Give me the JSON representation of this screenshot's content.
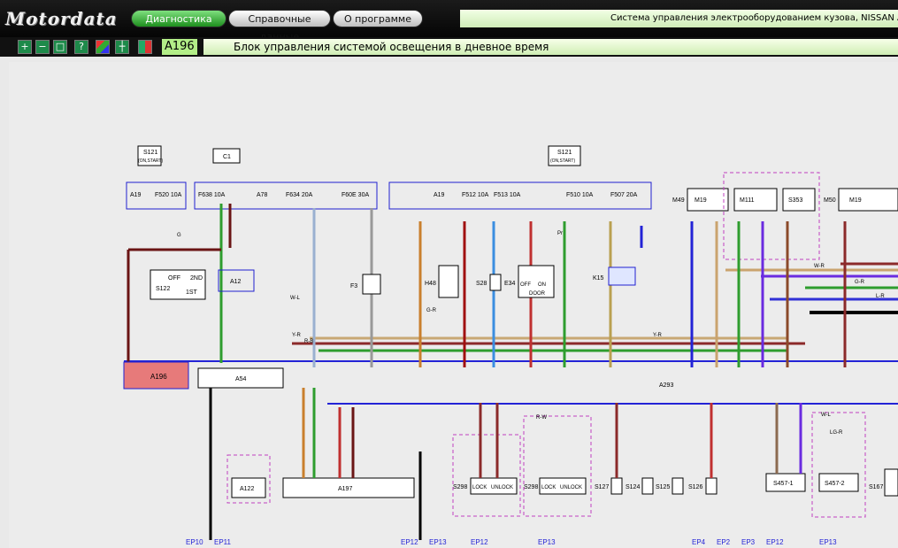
{
  "app": {
    "logo": "Motordata"
  },
  "tabs": [
    {
      "label": "Диагностика",
      "active": true
    },
    {
      "label": "Справочные данные",
      "active": false
    },
    {
      "label": "О программе",
      "active": false
    }
  ],
  "system_title": "Система управления электрооборудованием кузова, NISSAN  ALMERA",
  "toolbar": {
    "code": "A196",
    "title": "Блок управления системой освещения в дневное время",
    "tools": [
      "zoom-in-icon",
      "zoom-out-icon",
      "fit-page-icon",
      "help-icon",
      "color-map-icon",
      "grid-icon",
      "table-icon"
    ]
  },
  "colors": {
    "accent_green": "#2e9d2e",
    "brand_dark": "#111111",
    "highlight": "#e77a7a",
    "wire_blue": "#2323d6"
  },
  "diagram": {
    "boxes": [
      {
        "id": "S121a",
        "text": "S121"
      },
      {
        "id": "S121b",
        "text": "S121"
      },
      {
        "id": "C1",
        "text": "C1"
      },
      {
        "id": "A19a",
        "text": "A19"
      },
      {
        "id": "A78",
        "text": "A78"
      },
      {
        "id": "A19b",
        "text": "A19"
      },
      {
        "id": "M49",
        "text": "M49"
      },
      {
        "id": "M19a",
        "text": "M19"
      },
      {
        "id": "M111",
        "text": "M111"
      },
      {
        "id": "S353",
        "text": "S353"
      },
      {
        "id": "M50",
        "text": "M50"
      },
      {
        "id": "M19b",
        "text": "M19"
      },
      {
        "id": "S122",
        "text": "S122"
      },
      {
        "id": "A12",
        "text": "A12"
      },
      {
        "id": "F3",
        "text": "F3"
      },
      {
        "id": "H48",
        "text": "H48"
      },
      {
        "id": "S28",
        "text": "S28"
      },
      {
        "id": "E34",
        "text": "E34"
      },
      {
        "id": "K15",
        "text": "K15"
      },
      {
        "id": "A196",
        "text": "A196"
      },
      {
        "id": "A54",
        "text": "A54"
      },
      {
        "id": "A122",
        "text": "A122"
      },
      {
        "id": "A197",
        "text": "A197"
      },
      {
        "id": "S298a",
        "text": "S298"
      },
      {
        "id": "S298b",
        "text": "S298"
      },
      {
        "id": "S127",
        "text": "S127"
      },
      {
        "id": "S124",
        "text": "S124"
      },
      {
        "id": "S125",
        "text": "S125"
      },
      {
        "id": "S126",
        "text": "S126"
      },
      {
        "id": "S457-1",
        "text": "S457-1"
      },
      {
        "id": "S457-2",
        "text": "S457-2"
      },
      {
        "id": "S167",
        "text": "S167"
      },
      {
        "id": "A293",
        "text": "A293"
      }
    ],
    "fuses": [
      "F520 10A",
      "F638 10A",
      "F634 20A",
      "F60E 30A",
      "F512 10A",
      "F513 10A",
      "F510 10A",
      "F507 20A"
    ],
    "sublabels": [
      "(ON,START)",
      "OFF",
      "2ND",
      "1ST",
      "OFF",
      "ON",
      "DOOR",
      "LOCK",
      "UNLOCK"
    ],
    "grounds": [
      "EP10",
      "EP11",
      "EP12",
      "EP13",
      "EP12",
      "EP13",
      "EP4",
      "EP2",
      "EP3",
      "EP12",
      "EP13"
    ],
    "wire_labels": [
      "G",
      "W-L",
      "G-R",
      "Y-R",
      "R-B",
      "Pr",
      "Y-R",
      "W-R",
      "G-R",
      "L-R",
      "R-W",
      "LG-R",
      "W-L"
    ]
  }
}
